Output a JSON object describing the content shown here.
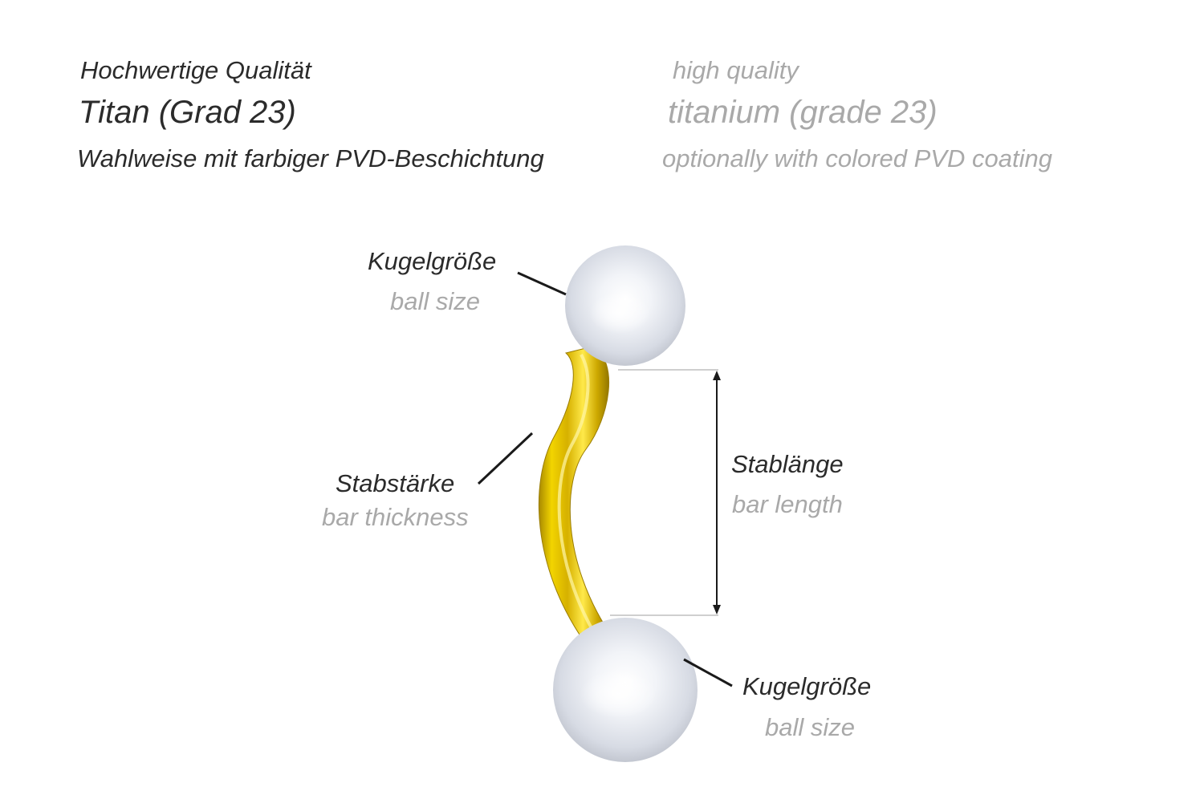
{
  "header": {
    "de": {
      "line1": "Hochwertige Qualität",
      "line2": "Titan (Grad 23)",
      "line3": "Wahlweise mit farbiger PVD-Beschichtung"
    },
    "en": {
      "line1": "high quality",
      "line2": "titanium (grade 23)",
      "line3": "optionally with colored PVD coating"
    }
  },
  "labels": {
    "ball_top": {
      "de": "Kugelgröße",
      "en": "ball size"
    },
    "bar_thickness": {
      "de": "Stabstärke",
      "en": "bar thickness"
    },
    "bar_length": {
      "de": "Stablänge",
      "en": "bar length"
    },
    "ball_bottom": {
      "de": "Kugelgröße",
      "en": "ball size"
    }
  },
  "colors": {
    "text_dark": "#2b2b2b",
    "text_light": "#a9a9a9",
    "gold": "#d9b300",
    "pearl": "#eef0f5"
  }
}
